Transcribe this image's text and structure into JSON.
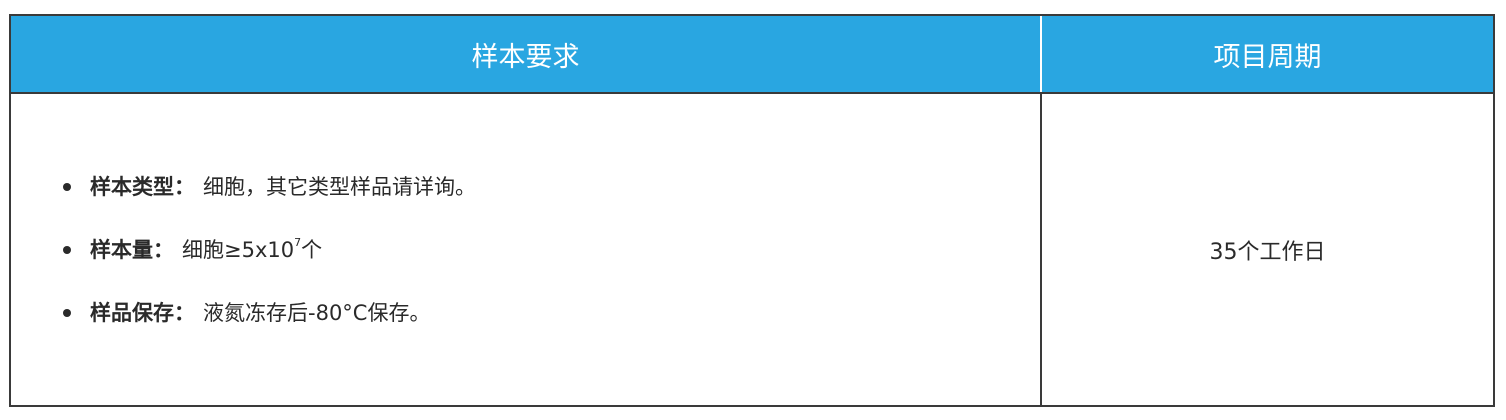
{
  "table": {
    "header": {
      "left": "样本要求",
      "right": "项目周期"
    },
    "requirements": [
      {
        "label": "样本类型：",
        "value": "细胞，其它类型样品请详询。"
      },
      {
        "label": "样本量：",
        "value_prefix": "细胞≥5x10",
        "value_sup": "7",
        "value_suffix": "个"
      },
      {
        "label": "样品保存：",
        "value": "液氮冻存后-80°C保存。"
      }
    ],
    "cycle": "35个工作日"
  },
  "colors": {
    "header_bg": "#29a6e1",
    "header_text": "#ffffff",
    "border": "#3a3a3a",
    "body_text": "#2a2a2a"
  }
}
